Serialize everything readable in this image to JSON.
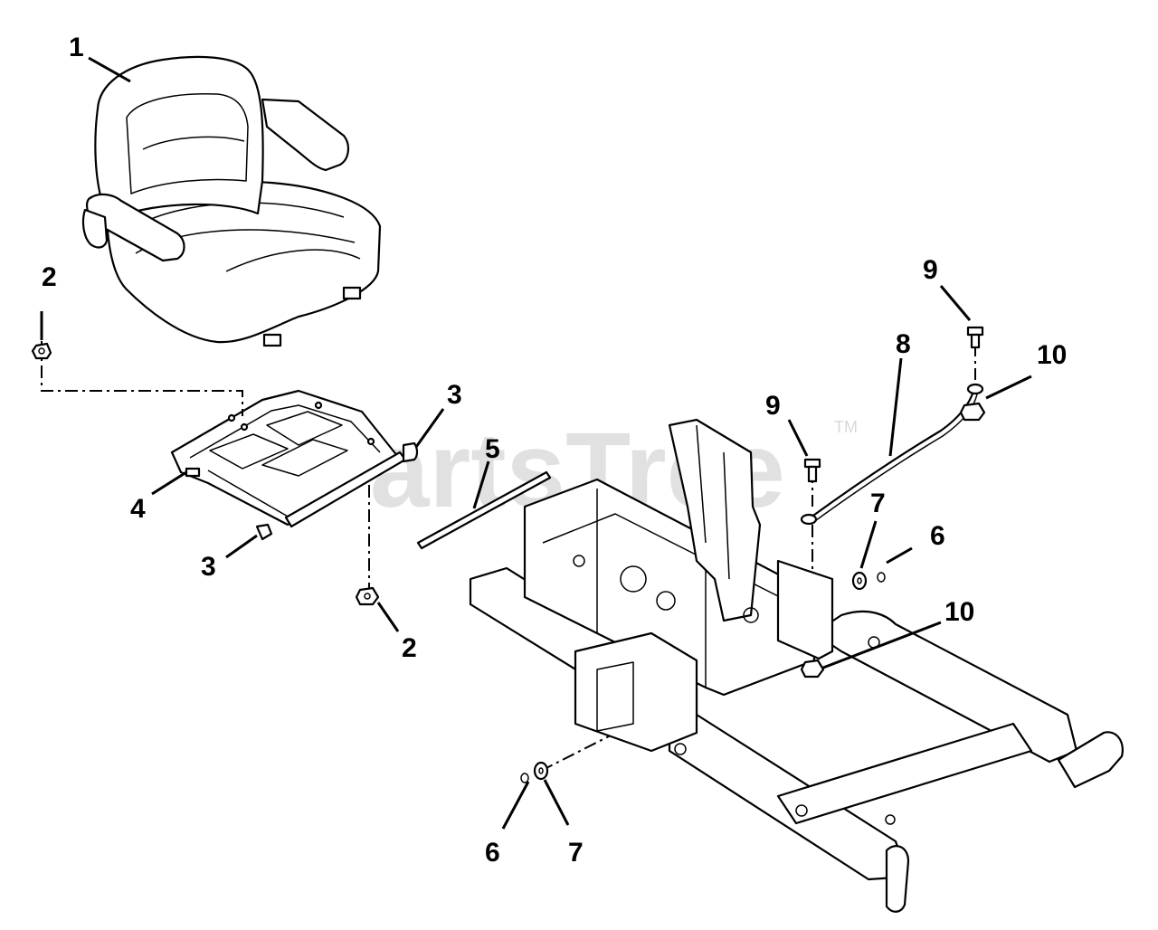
{
  "watermark": {
    "text": "PartsTree",
    "trademark": "TM"
  },
  "callouts": {
    "seat": "1",
    "nut_left": "2",
    "nut_lower": "2",
    "pivot_right": "3",
    "pivot_left": "3",
    "seat_plate": "4",
    "pivot_rod": "5",
    "clip_right": "6",
    "clip_lower": "6",
    "washer_right": "7",
    "washer_lower": "7",
    "ground_strap": "8",
    "bolt_top": "9",
    "bolt_mid": "9",
    "nut_top": "10",
    "nut_frame": "10"
  }
}
